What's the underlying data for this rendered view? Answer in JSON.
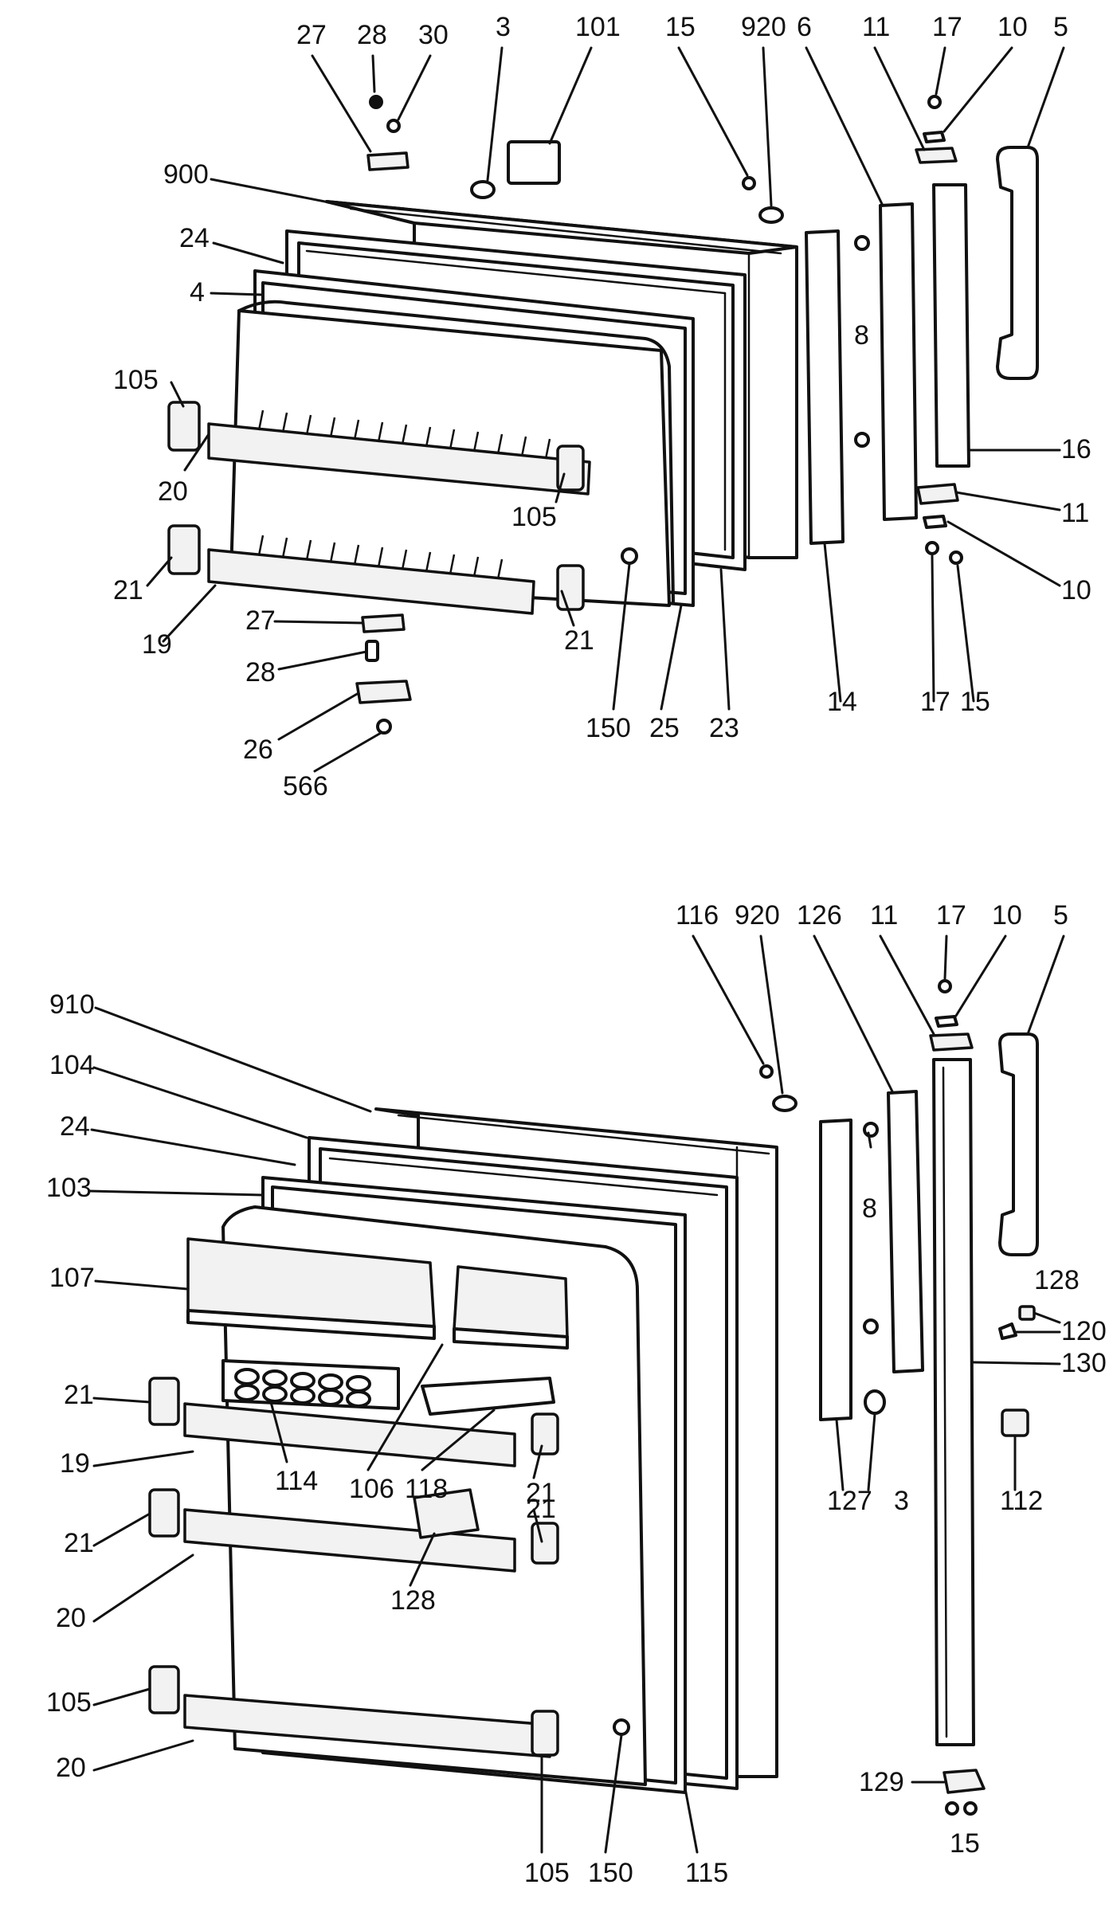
{
  "diagram": {
    "top_assembly": {
      "labels": [
        "27",
        "28",
        "30",
        "3",
        "101",
        "15",
        "920",
        "6",
        "11",
        "17",
        "10",
        "5",
        "900",
        "24",
        "4",
        "105",
        "20",
        "21",
        "19",
        "8",
        "105",
        "16",
        "11",
        "10",
        "21",
        "27",
        "28",
        "26",
        "566",
        "150",
        "25",
        "23",
        "14",
        "17",
        "15"
      ]
    },
    "bottom_assembly": {
      "labels": [
        "116",
        "920",
        "126",
        "11",
        "17",
        "10",
        "5",
        "910",
        "104",
        "24",
        "103",
        "107",
        "21",
        "19",
        "21",
        "20",
        "105",
        "20",
        "114",
        "106",
        "118",
        "21",
        "21",
        "128",
        "8",
        "128",
        "120",
        "130",
        "3",
        "127",
        "112",
        "129",
        "15",
        "105",
        "150",
        "115"
      ]
    }
  }
}
